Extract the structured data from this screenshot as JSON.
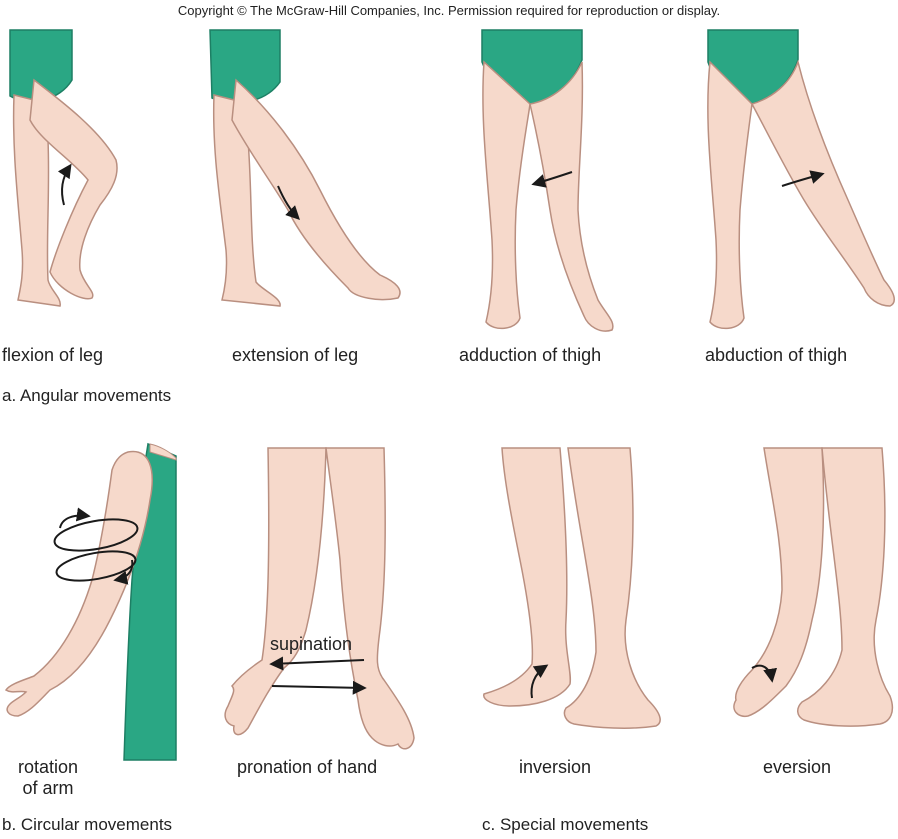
{
  "copyright": "Copyright © The McGraw-Hill Companies, Inc. Permission required for reproduction or display.",
  "panels": [
    {
      "label": "flexion of leg"
    },
    {
      "label": "extension of leg"
    },
    {
      "label": "adduction of thigh"
    },
    {
      "label": "abduction of thigh"
    },
    {
      "label_line1": "rotation",
      "label_line2": "of arm"
    },
    {
      "label": "pronation of hand",
      "annotation": "supination"
    },
    {
      "label": "inversion"
    },
    {
      "label": "eversion"
    }
  ],
  "sections": {
    "a": "a. Angular movements",
    "b": "b. Circular movements",
    "c": "c. Special movements"
  },
  "colors": {
    "skin": "#f6d9cb",
    "skin_shadow": "#e7bda8",
    "outline": "#b98f80",
    "garment": "#2aa784",
    "garment_dark": "#1d7f64",
    "arrow": "#1a1a1a"
  }
}
